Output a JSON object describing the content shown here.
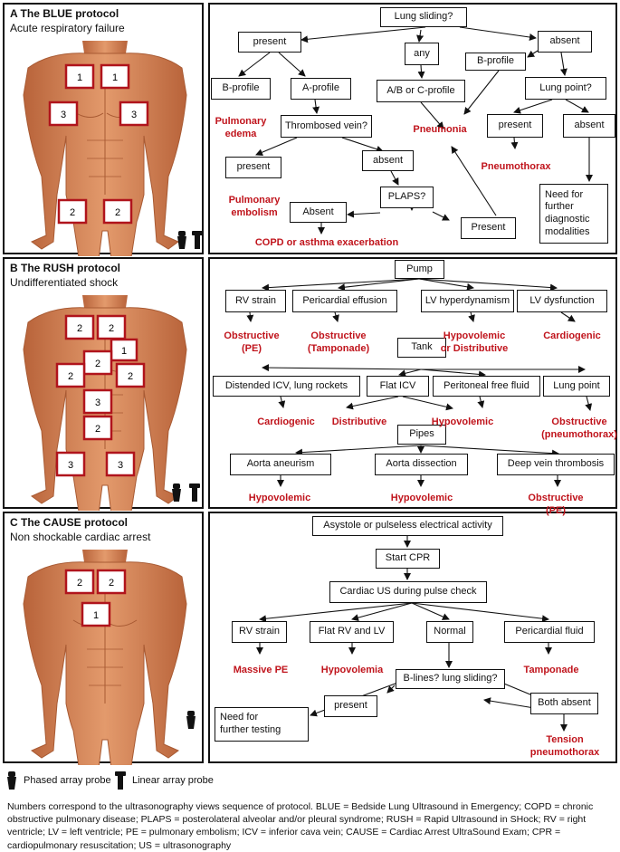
{
  "panels": {
    "blue": {
      "title": "A  The BLUE protocol",
      "subtitle": "Acute respiratory failure",
      "zones": [
        "1",
        "1",
        "3",
        "3",
        "2",
        "2"
      ],
      "boxes": {
        "lung_sliding": "Lung sliding?",
        "present": "present",
        "any": "any",
        "absent": "absent",
        "b_profile_left": "B-profile",
        "a_profile": "A-profile",
        "ab_c_profile": "A/B or C-profile",
        "b_profile_right": "B-profile",
        "lung_point": "Lung point?",
        "thrombosed_vein": "Thrombosed vein?",
        "lp_present": "present",
        "lp_absent": "absent",
        "tv_present": "present",
        "tv_absent": "absent",
        "plaps": "PLAPS?",
        "plaps_absent": "Absent",
        "plaps_present": "Present",
        "need_further": "Need for further diagnostic modalities"
      },
      "outcomes": {
        "pulmonary_edema": "Pulmonary\nedema",
        "pneumonia": "Pneumonia",
        "pneumothorax": "Pneumothorax",
        "pulmonary_embolism": "Pulmonary\nembolism",
        "copd": "COPD or asthma exacerbation"
      }
    },
    "rush": {
      "title": "B  The RUSH protocol",
      "subtitle": "Undifferentiated shock",
      "zones": [
        "2",
        "2",
        "1",
        "2",
        "2",
        "2",
        "3",
        "2",
        "3",
        "3"
      ],
      "boxes": {
        "pump": "Pump",
        "rv_strain": "RV strain",
        "pericardial_effusion": "Pericardial effusion",
        "lv_hyper": "LV hyperdynamism",
        "lv_dys": "LV dysfunction",
        "tank": "Tank",
        "distended_icv": "Distended ICV, lung rockets",
        "flat_icv": "Flat ICV",
        "peritoneal": "Peritoneal free fluid",
        "lung_point": "Lung point",
        "pipes": "Pipes",
        "aorta_aneurism": "Aorta aneurism",
        "aorta_dissection": "Aorta dissection",
        "dvt": "Deep vein thrombosis"
      },
      "outcomes": {
        "obstructive_pe": "Obstructive\n(PE)",
        "obstructive_tamponade": "Obstructive\n(Tamponade)",
        "hypovolemic_distributive": "Hypovolemic\nor Distributive",
        "cardiogenic_1": "Cardiogenic",
        "cardiogenic_2": "Cardiogenic",
        "distributive": "Distributive",
        "hypovolemic_1": "Hypovolemic",
        "obstructive_ptx": "Obstructive\n(pneumothorax)",
        "hypovolemic_2": "Hypovolemic",
        "hypovolemic_3": "Hypovolemic",
        "obstructive_pe_2": "Obstructive (PE)"
      }
    },
    "cause": {
      "title": "C  The CAUSE protocol",
      "subtitle": "Non shockable cardiac arrest",
      "zones": [
        "2",
        "2",
        "1"
      ],
      "boxes": {
        "asystole": "Asystole or pulseless electrical activity",
        "start_cpr": "Start CPR",
        "cardiac_us": "Cardiac US during pulse check",
        "rv_strain": "RV strain",
        "flat_rv_lv": "Flat RV and LV",
        "normal": "Normal",
        "pericardial_fluid": "Pericardial fluid",
        "blines": "B-lines? lung sliding?",
        "present": "present",
        "both_absent": "Both absent",
        "need_testing": "Need for\nfurther testing"
      },
      "outcomes": {
        "massive_pe": "Massive PE",
        "hypovolemia": "Hypovolemia",
        "tamponade": "Tamponade",
        "tension_ptx": "Tension\npneumothorax"
      }
    }
  },
  "legend": {
    "phased": "Phased array probe",
    "linear": "Linear array probe"
  },
  "footnote": "Numbers correspond to the ultrasonography views sequence of protocol. BLUE = Bedside Lung Ultrasound in Emergency; COPD = chronic obstructive pulmonary disease; PLAPS = posterolateral alveolar and/or pleural syndrome; RUSH = Rapid Ultrasound in SHock; RV = right ventricle; LV = left ventricle; PE = pulmonary embolism; ICV = inferior cava vein; CAUSE = Cardiac Arrest UltraSound Exam; CPR = cardiopulmonary resuscitation; US = ultrasonography",
  "colors": {
    "outcome": "#c0141c",
    "skin": "#d9875a",
    "zone_border": "#b0141c"
  }
}
